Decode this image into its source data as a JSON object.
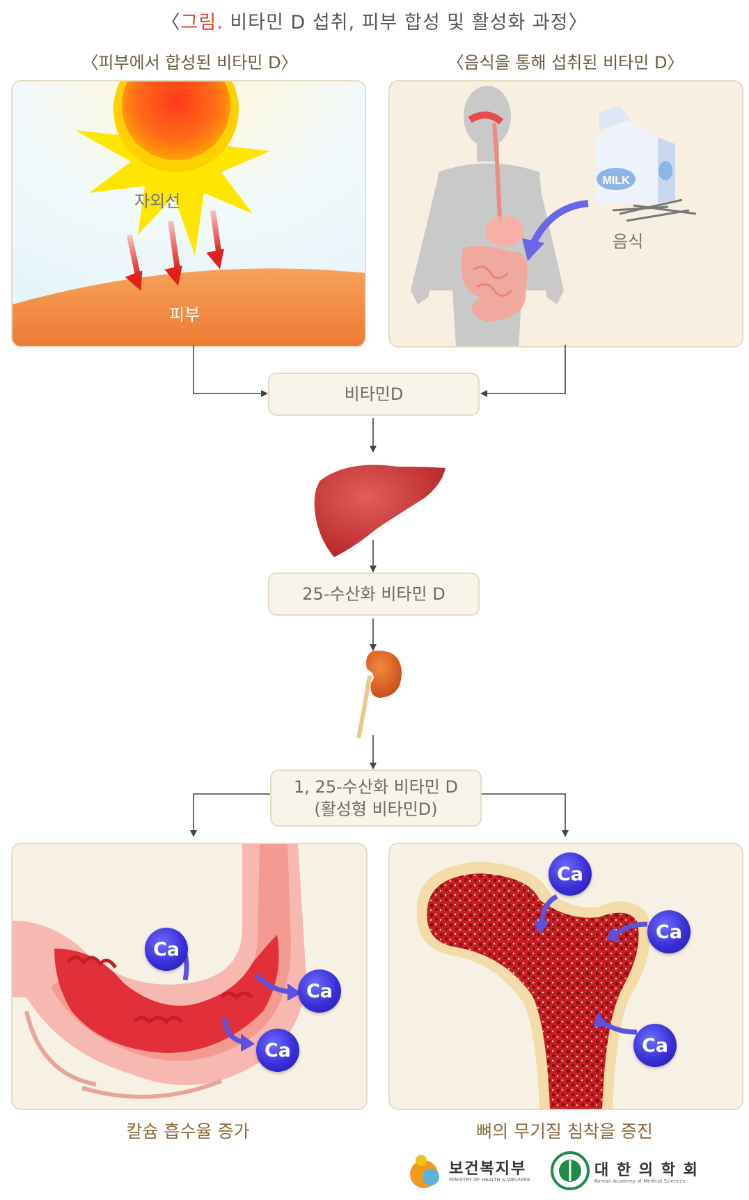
{
  "title": {
    "open": "〈",
    "red": "그림.",
    "rest": " 비타민 D 섭취, 피부 합성 및 활성화 과정〉"
  },
  "left_panel": {
    "subtitle": "〈피부에서 합성된 비타민 D〉",
    "uv_label": "자외선",
    "skin_label": "피부"
  },
  "right_panel": {
    "subtitle": "〈음식을 통해 섭취된 비타민 D〉",
    "food_label": "음식",
    "milk_label": "MILK"
  },
  "nodes": {
    "vitamin_d": "비타민D",
    "hydroxy25": "25-수산화 비타민 D",
    "active_line1": "1, 25-수산화 비타민 D",
    "active_line2": "(활성형 비타민D)"
  },
  "bottom_left": {
    "caption": "칼슘 흡수율 증가",
    "ion": "Ca"
  },
  "bottom_right": {
    "caption": "뼈의 무기질 침착을 증진",
    "ion": "Ca"
  },
  "logos": {
    "ministry": "보건복지부",
    "ministry_sub": "MINISTRY OF HEALTH & WELFARE",
    "academy": "대 한 의 학 회",
    "academy_sub": "Korean Academy of Medical Sciences"
  },
  "colors": {
    "accent_red": "#e0452b",
    "calcium_blue": "#3a2fd6",
    "panel_border": "#e6dcc4"
  }
}
